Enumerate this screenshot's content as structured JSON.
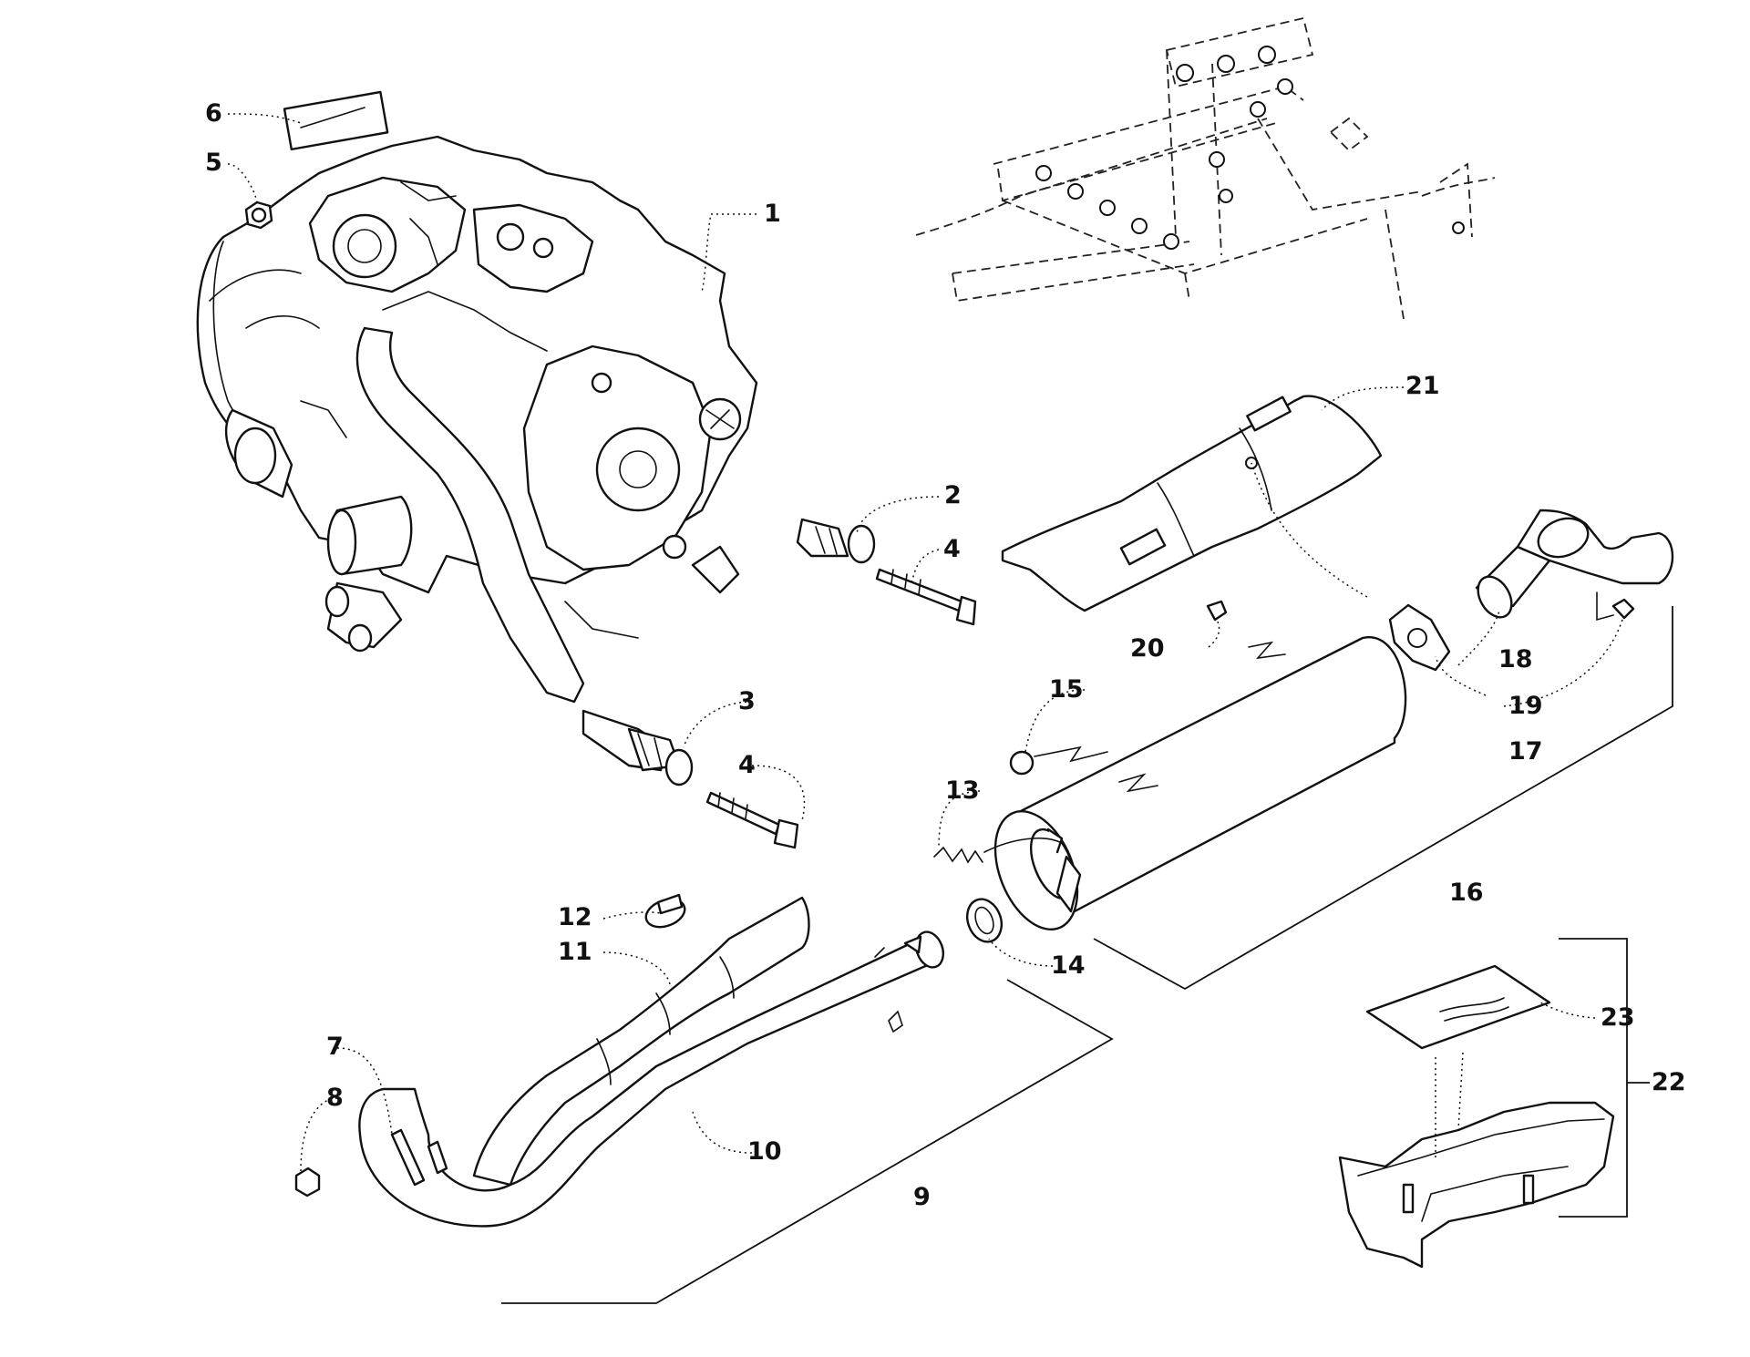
{
  "colors": {
    "line": "#111111",
    "background": "#ffffff"
  },
  "callouts": {
    "c1": "1",
    "c2": "2",
    "c3": "3",
    "c4a": "4",
    "c4b": "4",
    "c5": "5",
    "c6": "6",
    "c7": "7",
    "c8": "8",
    "c9": "9",
    "c10": "10",
    "c11": "11",
    "c12": "12",
    "c13": "13",
    "c14": "14",
    "c15": "15",
    "c16": "16",
    "c17": "17",
    "c18": "18",
    "c19": "19",
    "c20": "20",
    "c21": "21",
    "c22": "22",
    "c23": "23"
  }
}
